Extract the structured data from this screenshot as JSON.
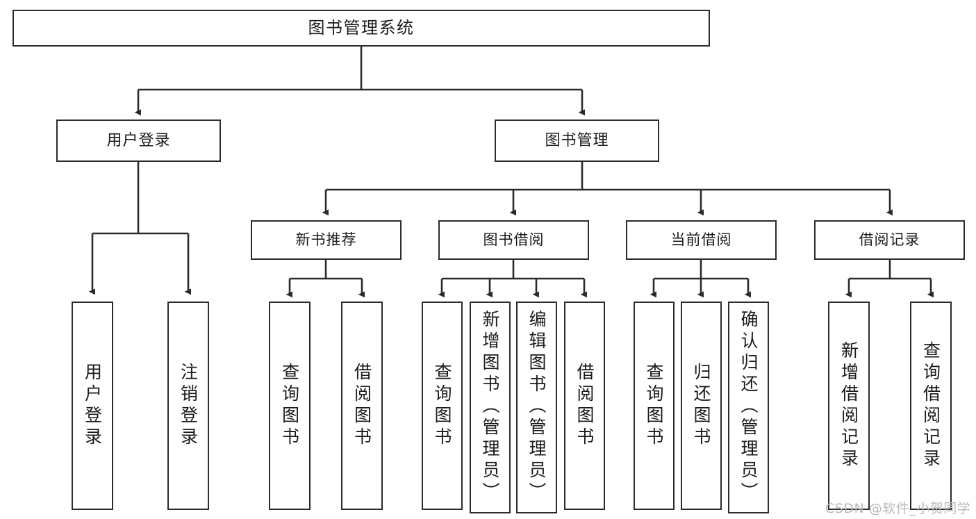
{
  "diagram": {
    "title": "图书管理系统",
    "type": "tree-hierarchy-chart",
    "watermark": "CSDN @软件_小贺同学",
    "colors": {
      "stroke": "#2b2b2b",
      "fill": "#ffffff",
      "text": "#1b1b1b",
      "watermark": "#b9b9b9"
    }
  },
  "nodes": {
    "root": {
      "label": "图书管理系统"
    },
    "level2": [
      {
        "id": "user-login",
        "label": "用户登录"
      },
      {
        "id": "book-manage",
        "label": "图书管理"
      }
    ],
    "level3": [
      {
        "id": "new-book-recommend",
        "label": "新书推荐"
      },
      {
        "id": "book-borrow",
        "label": "图书借阅"
      },
      {
        "id": "current-borrow",
        "label": "当前借阅"
      },
      {
        "id": "borrow-record",
        "label": "借阅记录"
      }
    ],
    "leaves": {
      "user_login": [
        {
          "id": "leaf-user-login",
          "label": "用户登录"
        },
        {
          "id": "leaf-user-logout",
          "label": "注销登录"
        }
      ],
      "new_book_recommend": [
        {
          "id": "leaf-query-book-1",
          "label": "查询图书"
        },
        {
          "id": "leaf-borrow-book-1",
          "label": "借阅图书"
        }
      ],
      "book_borrow": [
        {
          "id": "leaf-query-book-2",
          "label": "查询图书"
        },
        {
          "id": "leaf-add-book",
          "label": "新增图书（管理员）"
        },
        {
          "id": "leaf-edit-book",
          "label": "编辑图书（管理员）"
        },
        {
          "id": "leaf-borrow-book-2",
          "label": "借阅图书"
        }
      ],
      "current_borrow": [
        {
          "id": "leaf-query-book-3",
          "label": "查询图书"
        },
        {
          "id": "leaf-return-book",
          "label": "归还图书"
        },
        {
          "id": "leaf-confirm-return",
          "label": "确认归还（管理员）"
        }
      ],
      "borrow_record": [
        {
          "id": "leaf-add-record",
          "label": "新增借阅记录"
        },
        {
          "id": "leaf-query-record",
          "label": "查询借阅记录"
        }
      ]
    }
  }
}
